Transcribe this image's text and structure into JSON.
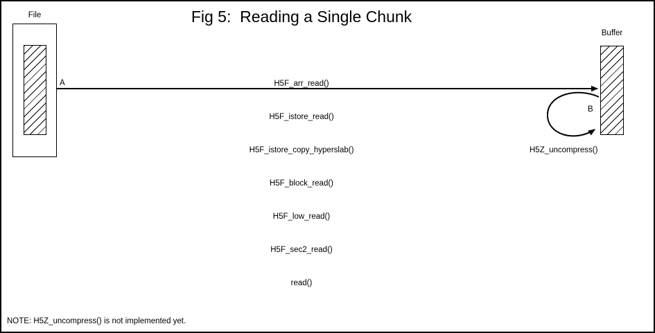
{
  "title": "Fig 5:  Reading a Single Chunk",
  "file_box": {
    "label": "File"
  },
  "buffer_box": {
    "label": "Buffer"
  },
  "main_arrow": {
    "label": "A",
    "call_stack": [
      "H5F_arr_read()",
      "H5F_istore_read()",
      "H5F_istore_copy_hyperslab()",
      "H5F_block_read()",
      "H5F_low_read()",
      "H5F_sec2_read()",
      "read()"
    ]
  },
  "loop_arrow": {
    "label": "B",
    "caption": "H5Z_uncompress()"
  },
  "note": "NOTE: H5Z_uncompress() is not implemented yet.",
  "colors": {
    "ink": "#000000",
    "background": "#ffffff"
  }
}
